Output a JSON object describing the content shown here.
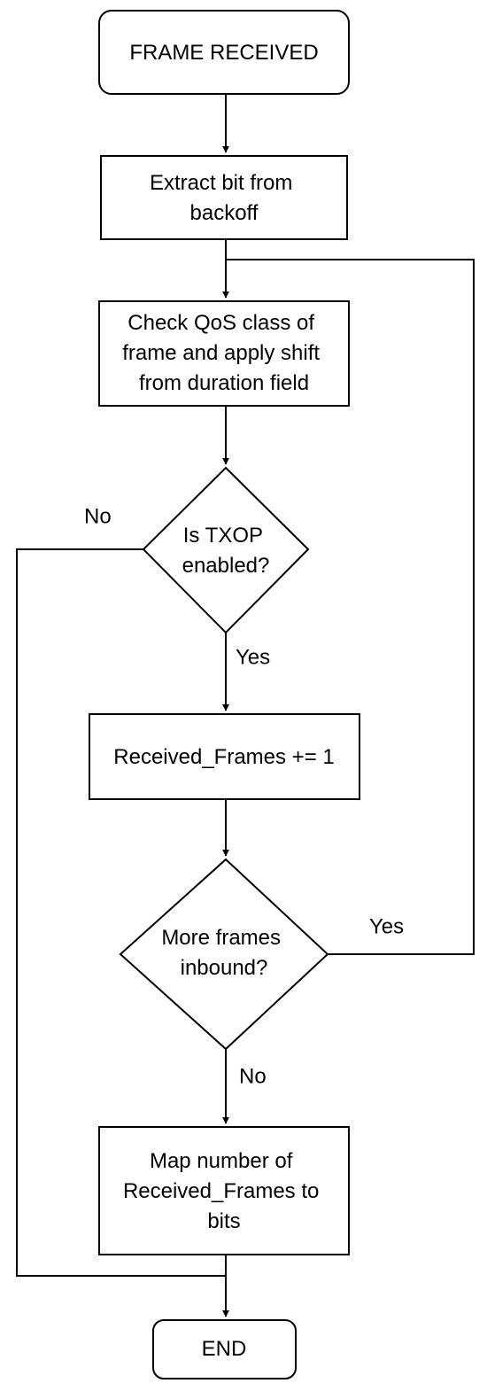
{
  "nodes": {
    "start": {
      "lines": [
        "FRAME RECEIVED"
      ]
    },
    "extract": {
      "lines": [
        "Extract bit from",
        "backoff"
      ]
    },
    "check_qos": {
      "lines": [
        "Check QoS class of",
        "frame and apply shift",
        "from duration field"
      ]
    },
    "txop_decision": {
      "lines": [
        "Is TXOP",
        "enabled?"
      ]
    },
    "increment": {
      "lines": [
        "Received_Frames += 1"
      ]
    },
    "more_frames_decision": {
      "lines": [
        "More frames",
        "inbound?"
      ]
    },
    "map_bits": {
      "lines": [
        "Map number of",
        "Received_Frames to",
        "bits"
      ]
    },
    "end": {
      "lines": [
        "END"
      ]
    }
  },
  "edge_labels": {
    "txop_no": "No",
    "txop_yes": "Yes",
    "more_yes": "Yes",
    "more_no": "No"
  }
}
